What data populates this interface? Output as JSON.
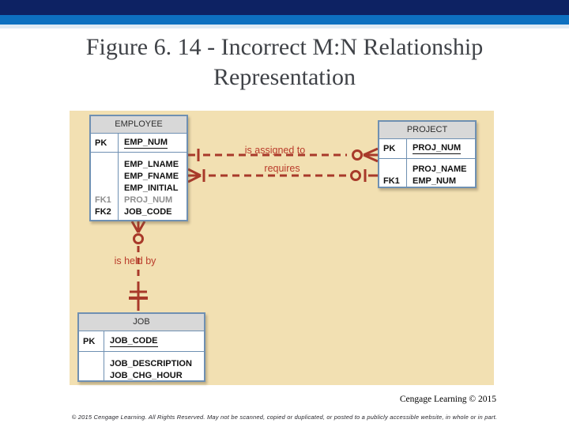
{
  "title": {
    "lines": [
      "Figure 6. 14 - Incorrect M:N Relationship",
      "Representation"
    ]
  },
  "diagram": {
    "tables": [
      {
        "name": "EMPLOYEE",
        "pk": {
          "key": "PK",
          "attr": "EMP_NUM"
        },
        "rows": [
          {
            "key": "",
            "attr": "EMP_LNAME",
            "style": ""
          },
          {
            "key": "",
            "attr": "EMP_FNAME",
            "style": ""
          },
          {
            "key": "",
            "attr": "EMP_INITIAL",
            "style": ""
          },
          {
            "key": "FK1",
            "attr": "PROJ_NUM",
            "style": "gray"
          },
          {
            "key": "FK2",
            "attr": "JOB_CODE",
            "style": ""
          }
        ]
      },
      {
        "name": "PROJECT",
        "pk": {
          "key": "PK",
          "attr": "PROJ_NUM"
        },
        "rows": [
          {
            "key": "",
            "attr": "PROJ_NAME",
            "style": ""
          },
          {
            "key": "FK1",
            "attr": "EMP_NUM",
            "style": ""
          }
        ]
      },
      {
        "name": "JOB",
        "pk": {
          "key": "PK",
          "attr": "JOB_CODE"
        },
        "rows": [
          {
            "key": "",
            "attr": "JOB_DESCRIPTION",
            "style": ""
          },
          {
            "key": "",
            "attr": "JOB_CHG_HOUR",
            "style": ""
          }
        ]
      }
    ],
    "relationships": [
      {
        "label": "is assigned to",
        "from": "EMPLOYEE",
        "to": "PROJECT",
        "from_marker": "one-bar",
        "to_marker": "zero-or-many-crowsfoot"
      },
      {
        "label": "requires",
        "from": "EMPLOYEE",
        "to": "PROJECT",
        "from_marker": "many-crowsfoot-bar",
        "to_marker": "zero-or-one-ring-bar"
      },
      {
        "label": "is held by",
        "from": "EMPLOYEE",
        "to": "JOB",
        "from_marker": "zero-or-many-crowsfoot",
        "to_marker": "one-double-bar"
      }
    ]
  },
  "credit": "Cengage Learning © 2015",
  "footer": "© 2015 Cengage Learning. All Rights Reserved. May not be scanned, copied or duplicated, or posted to a publicly accessible website, in whole or in part.",
  "colors": {
    "banner_navy": "#0d2263",
    "banner_blue": "#0d70c0",
    "banner_light": "#dfeaf4",
    "title_text": "#3f4247",
    "panel_background": "#f2e0b2",
    "table_border": "#6f90b2",
    "table_header_fill": "#d8d8d8",
    "relationship_line": "#a8392a",
    "relationship_label": "#ba3b2b",
    "muted_attribute": "#8e8e8e"
  }
}
